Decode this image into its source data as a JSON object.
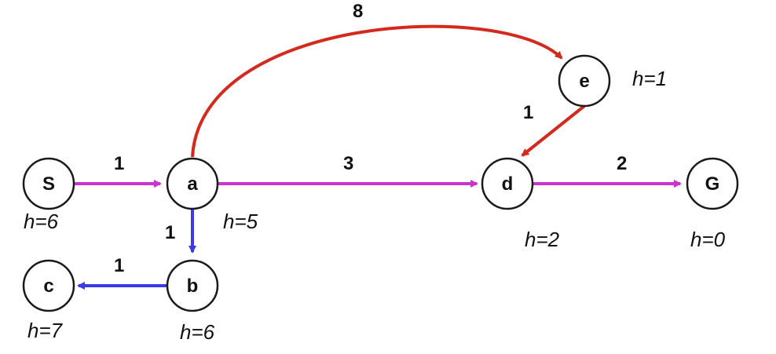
{
  "colors": {
    "magenta": "#cc33cc",
    "blue": "#3a3ae6",
    "red": "#d42a1e",
    "node_stroke": "#1a1a1a"
  },
  "nodes": {
    "S": {
      "label": "S",
      "h": "h=6"
    },
    "a": {
      "label": "a",
      "h": "h=5"
    },
    "b": {
      "label": "b",
      "h": "h=6"
    },
    "c": {
      "label": "c",
      "h": "h=7"
    },
    "d": {
      "label": "d",
      "h": "h=2"
    },
    "e": {
      "label": "e",
      "h": "h=1"
    },
    "G": {
      "label": "G",
      "h": "h=0"
    }
  },
  "edges": {
    "S_a": {
      "from": "S",
      "to": "a",
      "weight": "1",
      "color": "magenta"
    },
    "a_d": {
      "from": "a",
      "to": "d",
      "weight": "3",
      "color": "magenta"
    },
    "d_G": {
      "from": "d",
      "to": "G",
      "weight": "2",
      "color": "magenta"
    },
    "a_b": {
      "from": "a",
      "to": "b",
      "weight": "1",
      "color": "blue"
    },
    "b_c": {
      "from": "b",
      "to": "c",
      "weight": "1",
      "color": "blue"
    },
    "a_e": {
      "from": "a",
      "to": "e",
      "weight": "8",
      "color": "red"
    },
    "e_d": {
      "from": "e",
      "to": "d",
      "weight": "1",
      "color": "red"
    }
  }
}
